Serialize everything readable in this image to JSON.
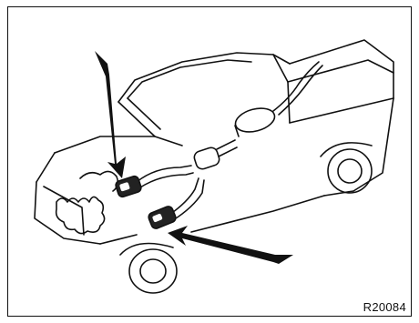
{
  "figure": {
    "reference_code": "R20084",
    "subject": "pickup-truck-engine-bay-exhaust",
    "callouts": [
      {
        "name": "arrow-upper-catalytic-converter",
        "points_to": "upper-catalytic-converter"
      },
      {
        "name": "arrow-lower-catalytic-converter",
        "points_to": "lower-catalytic-converter"
      }
    ],
    "colors": {
      "line": "#111111",
      "background": "#ffffff"
    }
  }
}
